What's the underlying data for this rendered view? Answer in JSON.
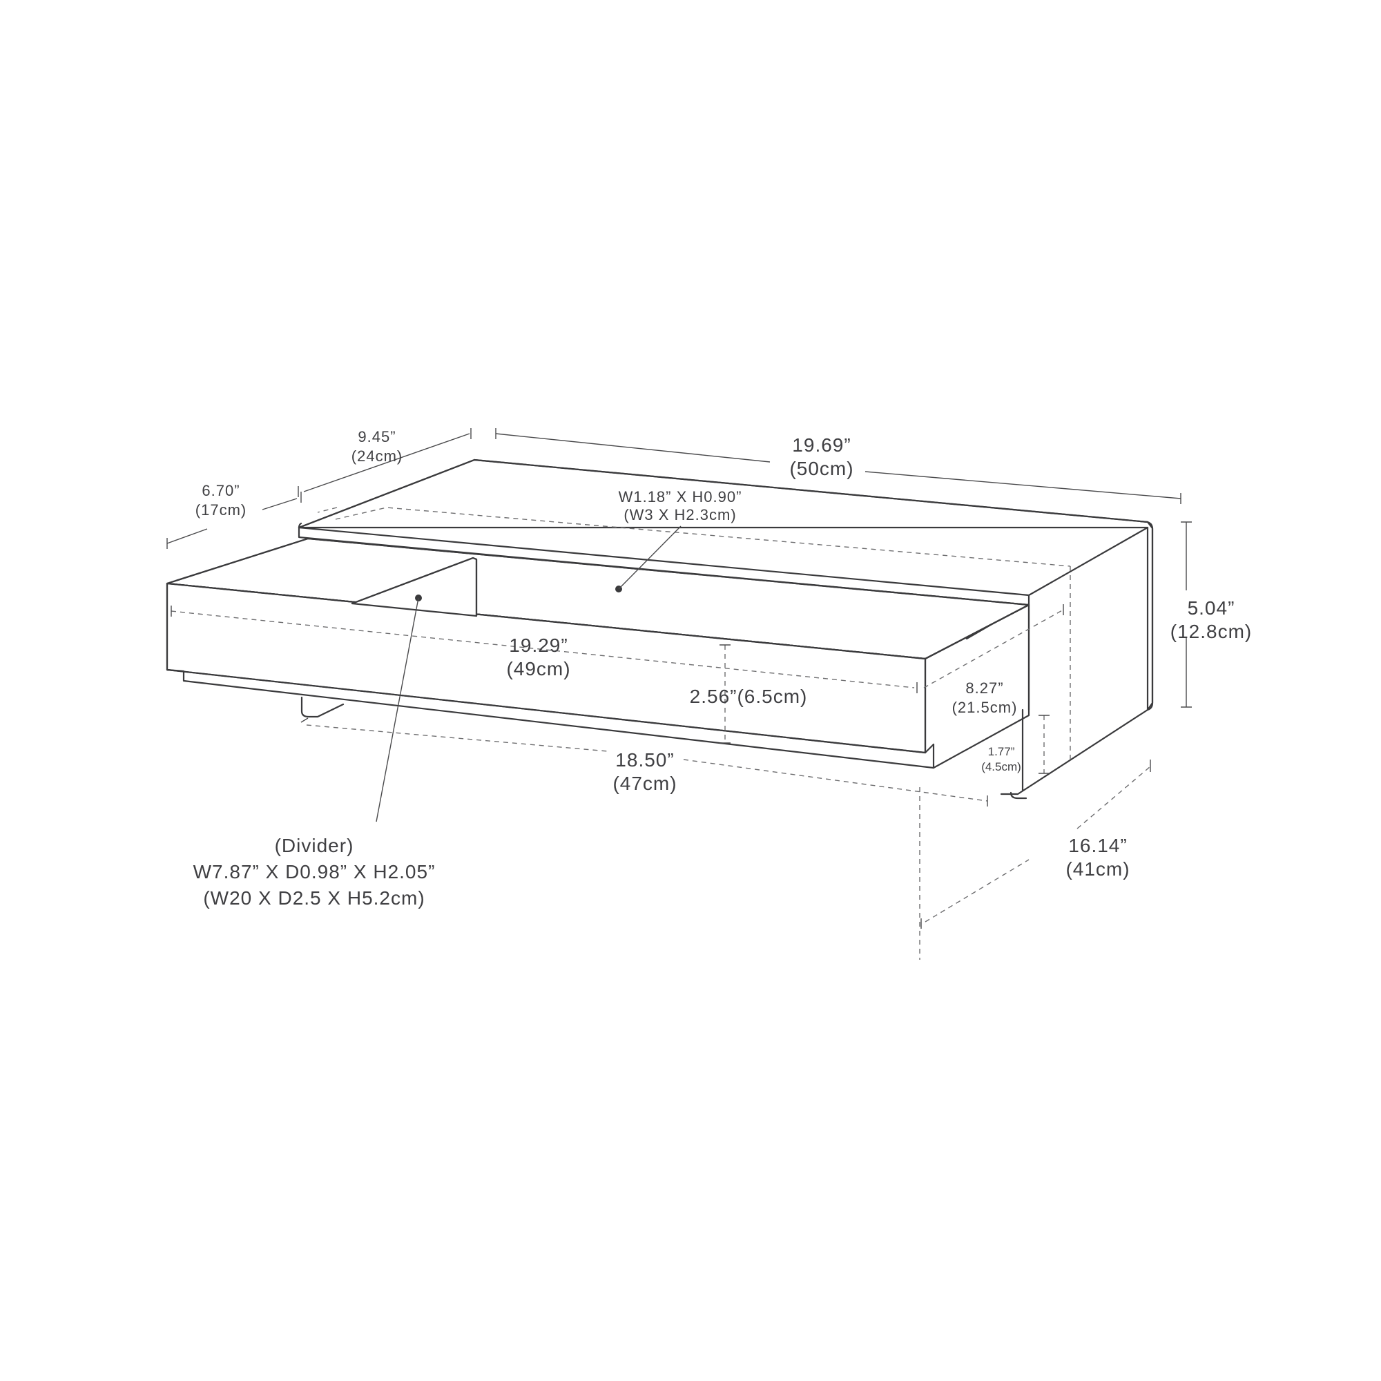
{
  "dimensions": {
    "overall_width": {
      "in": "19.69”",
      "cm": "(50cm)"
    },
    "overall_depth": {
      "in": "9.45”",
      "cm": "(24cm)"
    },
    "drawer_depth": {
      "in": "6.70”",
      "cm": "(17cm)"
    },
    "overall_height": {
      "in": "5.04”",
      "cm": "(12.8cm)"
    },
    "drawer_inner_width": {
      "in": "19.29”",
      "cm": "(49cm)"
    },
    "drawer_height": {
      "text": "2.56”(6.5cm)"
    },
    "drawer_outer_width": {
      "in": "18.50”",
      "cm": "(47cm)"
    },
    "inner_depth": {
      "in": "8.27”",
      "cm": "(21.5cm)"
    },
    "clearance_height": {
      "in": "1.77”",
      "cm": "(4.5cm)"
    },
    "base_depth": {
      "in": "16.14”",
      "cm": "(41cm)"
    },
    "port_hole": {
      "line1": "W1.18” X H0.90”",
      "line2": "(W3 X H2.3cm)"
    },
    "divider": {
      "title": "(Divider)",
      "line1": "W7.87” X D0.98” X H2.05”",
      "line2": "(W20 X D2.5 X H5.2cm)"
    }
  },
  "colors": {
    "line": "#3a3a3c",
    "text": "#3f3f42",
    "background": "#ffffff"
  }
}
